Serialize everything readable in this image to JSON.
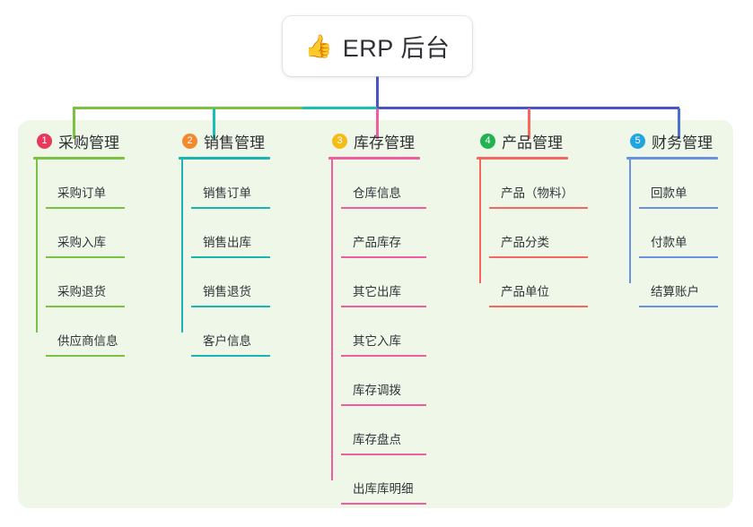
{
  "root": {
    "icon": "thumbs-up-icon",
    "emoji": "👍",
    "title": "ERP 后台"
  },
  "colors": {
    "panel_bg": "#eff7e9",
    "trunk": "#4a55c4",
    "bus_green": "#7cc242",
    "bus_teal": "#17bfb4",
    "bus_blue": "#4a55c4"
  },
  "branches": [
    {
      "number": "1",
      "label": "采购管理",
      "badge_color": "#e8395c",
      "line_color": "#7cc242",
      "leaf_rule_width": 88,
      "items": [
        "采购订单",
        "采购入库",
        "采购退货",
        "供应商信息"
      ]
    },
    {
      "number": "2",
      "label": "销售管理",
      "badge_color": "#f2892f",
      "line_color": "#19b5ae",
      "leaf_rule_width": 88,
      "items": [
        "销售订单",
        "销售出库",
        "销售退货",
        "客户信息"
      ]
    },
    {
      "number": "3",
      "label": "库存管理",
      "badge_color": "#f5bc19",
      "line_color": "#ef5fa0",
      "leaf_rule_width": 95,
      "items": [
        "仓库信息",
        "产品库存",
        "其它出库",
        "其它入库",
        "库存调拨",
        "库存盘点",
        "出库库明细"
      ]
    },
    {
      "number": "4",
      "label": "产品管理",
      "badge_color": "#21b352",
      "line_color": "#f4695f",
      "leaf_rule_width": 110,
      "items": [
        "产品（物料）",
        "产品分类",
        "产品单位"
      ]
    },
    {
      "number": "5",
      "label": "财务管理",
      "badge_color": "#22a6e0",
      "line_color": "#6a92e0",
      "leaf_rule_width": 88,
      "items": [
        "回款单",
        "付款单",
        "结算账户"
      ]
    }
  ]
}
